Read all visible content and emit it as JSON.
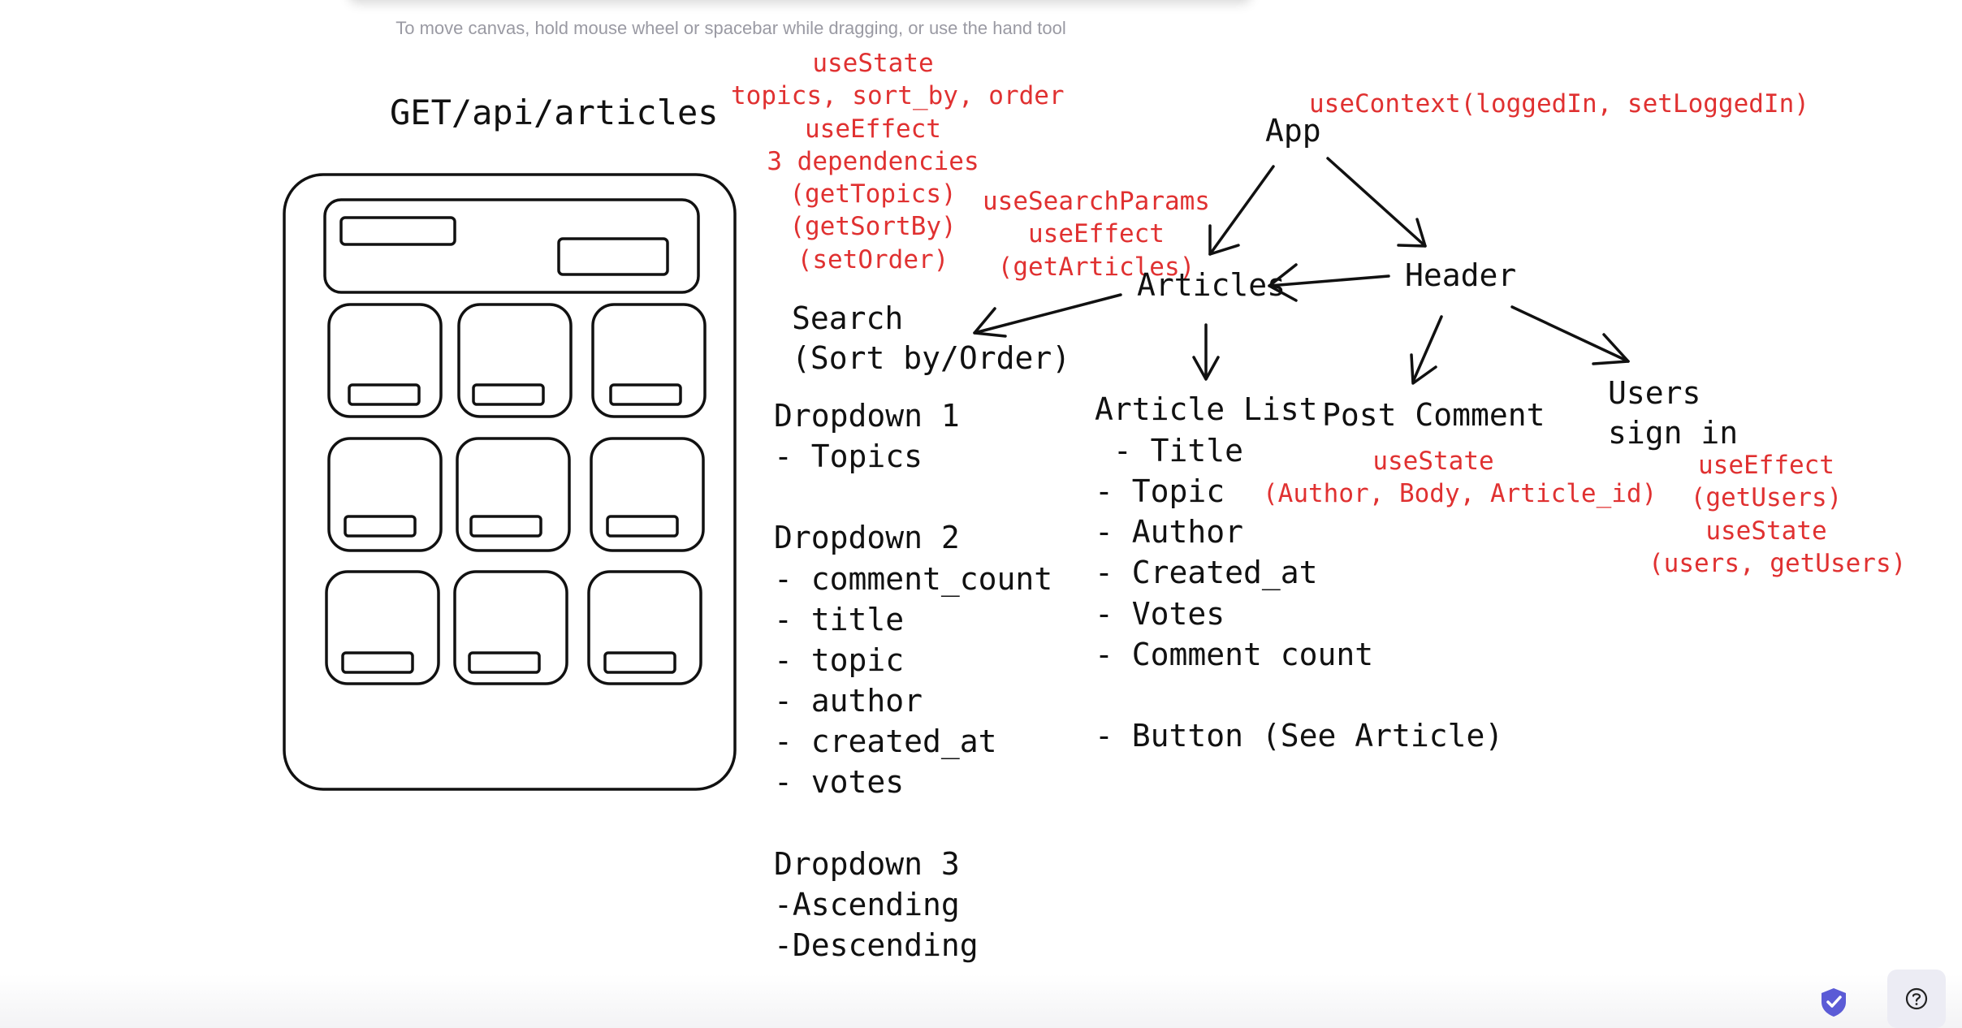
{
  "canvas_hint": "To move canvas, hold mouse wheel or spacebar while dragging, or use the hand tool",
  "wireframe": {
    "title": "GET/api/articles"
  },
  "annotations": {
    "articles_state": "useState\ntopics, sort_by, order\nuseEffect\n3 dependencies\n(getTopics)\n(getSortBy)\n(setOrder)",
    "articles_params": "useSearchParams\nuseEffect\n(getArticles)",
    "app_context": "useContext(loggedIn, setLoggedIn)",
    "post_comment_state": "useState\n(Author, Body, Article_id)",
    "users_hooks": "useEffect\n(getUsers)\nuseState\n(users, getUsers)"
  },
  "nodes": {
    "app": "App",
    "articles": "Articles",
    "header": "Header",
    "search": "Search\n(Sort by/Order)",
    "article_list": "Article List",
    "post_comment": "Post Comment",
    "users": "Users\nsign in"
  },
  "lists": {
    "search_dropdowns": "Dropdown 1\n- Topics\n\nDropdown 2\n- comment_count\n- title\n- topic\n- author\n- created_at\n- votes\n\nDropdown 3\n-Ascending\n-Descending",
    "article_list_items": " - Title\n- Topic\n- Author\n- Created_at\n- Votes\n- Comment count\n\n- Button (See Article)"
  },
  "colors": {
    "annotation": "#e03131",
    "ink": "#111111",
    "shield": "#5b5bd6"
  },
  "icons": {
    "shield": "shield-check-icon",
    "help": "question-circle-icon"
  }
}
